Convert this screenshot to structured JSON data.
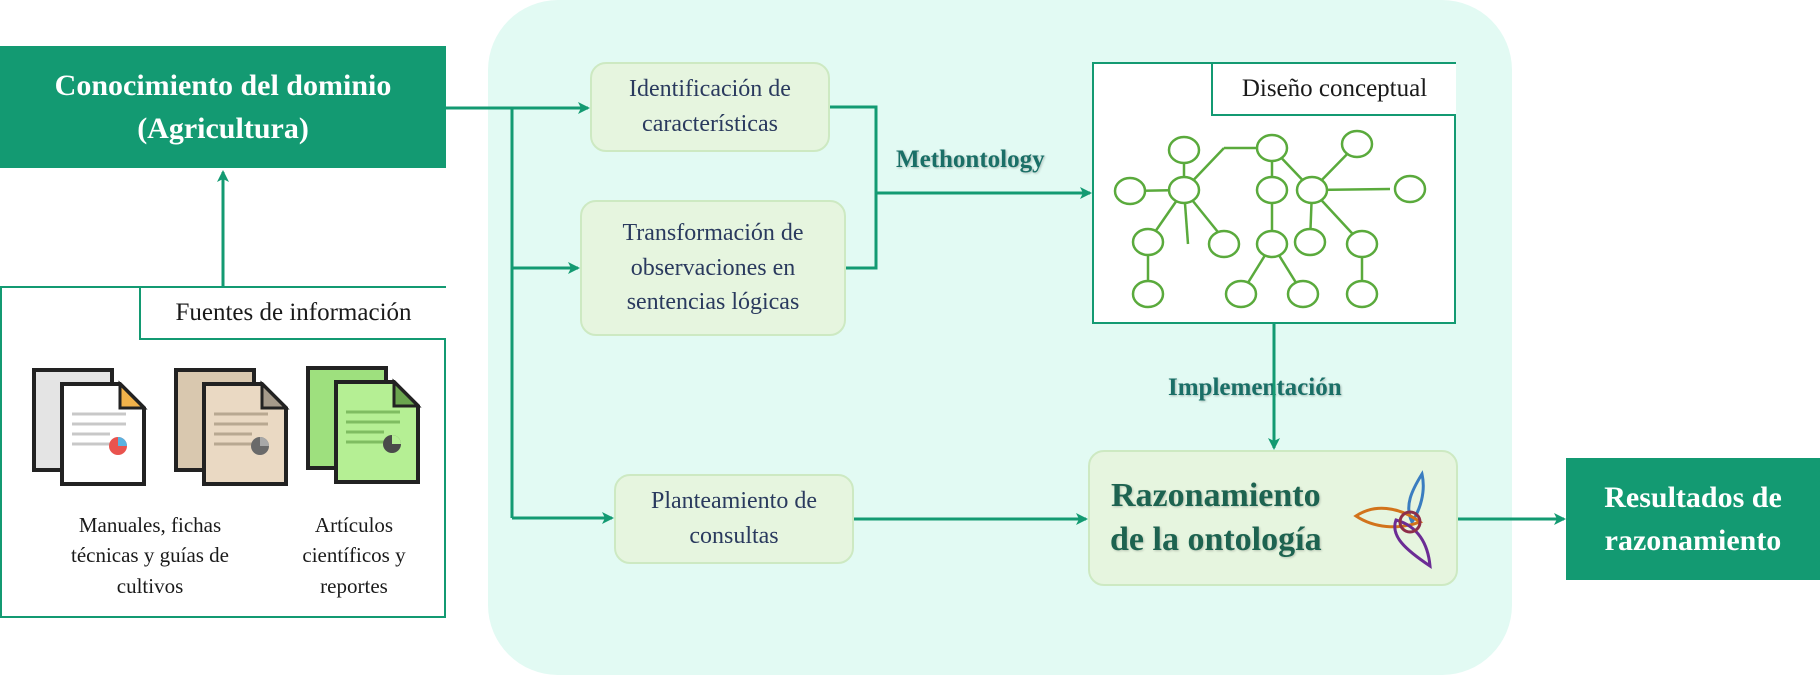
{
  "domain_box": {
    "line1": "Conocimiento del dominio",
    "line2": "(Agricultura)"
  },
  "sources": {
    "title": "Fuentes de información",
    "caption_manuals": "Manuales, fichas técnicas y guías de cultivos",
    "caption_articles": "Artículos científicos y reportes"
  },
  "steps": {
    "identification": "Identificación de características",
    "transformation": "Transformación de observaciones en sentencias lógicas",
    "queries": "Planteamiento de consultas"
  },
  "labels": {
    "methontology": "Methontology",
    "implementation": "Implementación"
  },
  "conceptual": {
    "title": "Diseño conceptual"
  },
  "reasoning": {
    "line1": "Razonamiento",
    "line2": "de la ontología"
  },
  "results": {
    "text": "Resultados de razonamiento"
  },
  "colors": {
    "accent": "#139a72",
    "panel": "#e2faf3",
    "soft_box": "#e6f5df",
    "node": "#5aaa3c"
  }
}
